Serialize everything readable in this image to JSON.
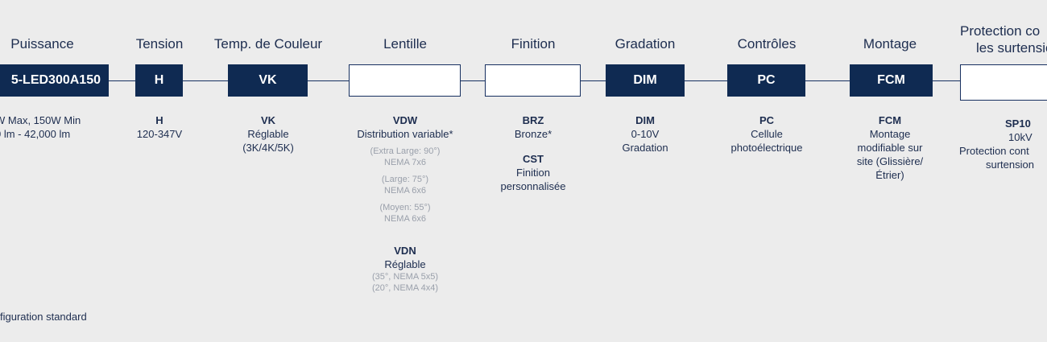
{
  "columns": [
    {
      "id": "puissance",
      "header": "Puissance",
      "box": "5-LED300A150",
      "options": [
        {
          "code": "",
          "lines": [
            "W Max, 150W Min",
            "0 lm  - 42,000 lm"
          ],
          "notes": []
        }
      ]
    },
    {
      "id": "tension",
      "header": "Tension",
      "box": "H",
      "options": [
        {
          "code": "H",
          "lines": [
            "120-347V"
          ],
          "notes": []
        }
      ]
    },
    {
      "id": "temp-couleur",
      "header": "Temp. de Couleur",
      "box": "VK",
      "options": [
        {
          "code": "VK",
          "lines": [
            "Réglable",
            "(3K/4K/5K)"
          ],
          "notes": []
        }
      ]
    },
    {
      "id": "lentille",
      "header": "Lentille",
      "box": "",
      "options": [
        {
          "code": "VDW",
          "lines": [
            "Distribution variable*"
          ],
          "notes": [
            [
              "(Extra Large: 90°)",
              "NEMA 7x6"
            ],
            [
              "(Large: 75°)",
              "NEMA 6x6"
            ],
            [
              "(Moyen: 55°)",
              "NEMA 6x6"
            ]
          ]
        },
        {
          "code": "VDN",
          "lines": [
            "Réglable"
          ],
          "notes": [
            [
              "(35°, NEMA 5x5)",
              "(20°, NEMA 4x4)"
            ]
          ]
        }
      ]
    },
    {
      "id": "finition",
      "header": "Finition",
      "box": "",
      "options": [
        {
          "code": "BRZ",
          "lines": [
            "Bronze*"
          ],
          "notes": []
        },
        {
          "code": "CST",
          "lines": [
            "Finition",
            "personnalisée"
          ],
          "notes": []
        }
      ]
    },
    {
      "id": "gradation",
      "header": "Gradation",
      "box": "DIM",
      "options": [
        {
          "code": "DIM",
          "lines": [
            "0-10V",
            "Gradation"
          ],
          "notes": []
        }
      ]
    },
    {
      "id": "controles",
      "header": "Contrôles",
      "box": "PC",
      "options": [
        {
          "code": "PC",
          "lines": [
            "Cellule",
            "photoélectrique"
          ],
          "notes": []
        }
      ]
    },
    {
      "id": "montage",
      "header": "Montage",
      "box": "FCM",
      "options": [
        {
          "code": "FCM",
          "lines": [
            "Montage",
            "modifiable sur",
            "site (Glissière/",
            "Étrier)"
          ],
          "notes": []
        }
      ]
    },
    {
      "id": "protection",
      "header_lines": [
        "Protection co",
        "les surtensio"
      ],
      "box": "",
      "options": [
        {
          "code": "SP10",
          "lines": [
            "10kV",
            "Protection cont",
            "surtension"
          ],
          "notes": []
        }
      ]
    }
  ],
  "footnote": "figuration standard"
}
